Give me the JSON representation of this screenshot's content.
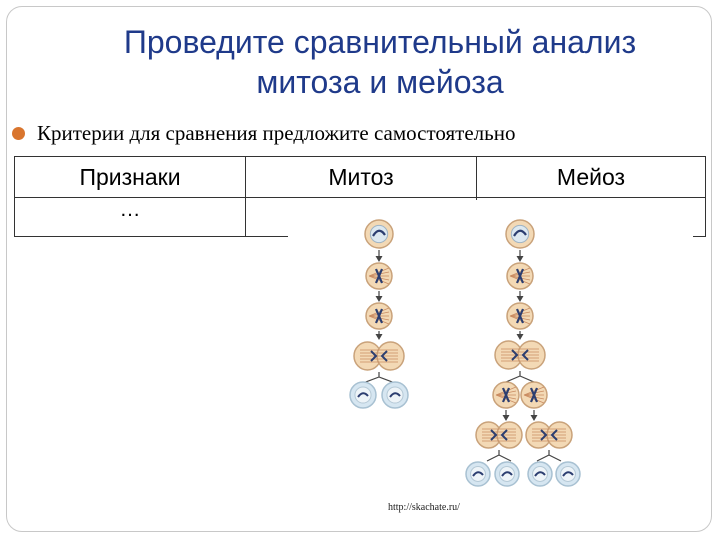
{
  "title": {
    "line1": "Проведите сравнительный анализ",
    "line2": "митоза и мейоза"
  },
  "bullet": {
    "text": "Критерии для сравнения предложите самостоятельно",
    "color": "#d9752e"
  },
  "table": {
    "headers": [
      "Признаки",
      "Митоз",
      "Мейоз"
    ],
    "rows": [
      [
        "…",
        "",
        ""
      ]
    ]
  },
  "source": "http://skachate.ru/",
  "colors": {
    "title": "#1f3a8a",
    "cell": "#f3d9b5",
    "cell_border": "#c9a27a",
    "chromosome": "#2c3e70",
    "nucleus": "#dce8f0",
    "arrow": "#444444"
  }
}
